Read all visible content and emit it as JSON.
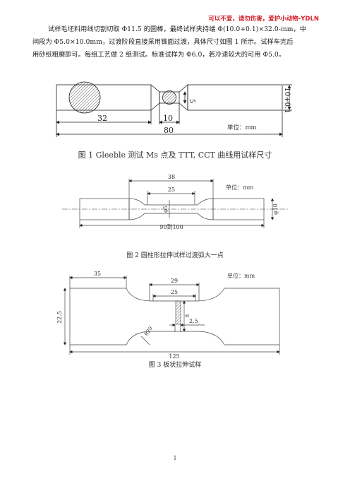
{
  "header": {
    "watermark": "可以不爱，请勿伤害，爱护小动物-YDLN"
  },
  "body": {
    "lines": [
      "试样毛坯料用线切割切取 Φ11.5 的圆棒，最终试样夹持端 Φ(10.0+0.1)×32.0-mm，中",
      "间段为 Φ5.0×10.0mm，过渡阶段直接采用锥面过渡，具体尺寸如图 1 所示。试样车完后",
      "用砂纸粗磨即可。每组工艺做 2 组测试。标准试样为 Φ6.0，若冷速较大的可用 Φ5.0。"
    ]
  },
  "figure1": {
    "caption": "图 1 Gleeble 测试 Ms 点及 TTT, CCT 曲线用试样尺寸",
    "dims": {
      "d5": "5",
      "d10": "10+0.1",
      "l32": "32",
      "l10": "10",
      "l80": "80"
    },
    "unit": "单位：mm"
  },
  "figure2": {
    "caption": "图 2  圆柱形拉伸试样过渡弧大一点",
    "dims": {
      "l38": "38",
      "l25": "25",
      "d5": "φ5",
      "d10": "φ10",
      "total": "90到100"
    },
    "unit": "单位：mm"
  },
  "figure3": {
    "caption": "图 3  板状拉伸试样",
    "dims": {
      "l35": "35",
      "l29": "29",
      "l25": "25",
      "h22": "22.5",
      "w8": "8",
      "t2": "2.5",
      "r": "R20",
      "l125": "125"
    },
    "unit": "单位：mm"
  },
  "footer": {
    "page_number": "1"
  }
}
